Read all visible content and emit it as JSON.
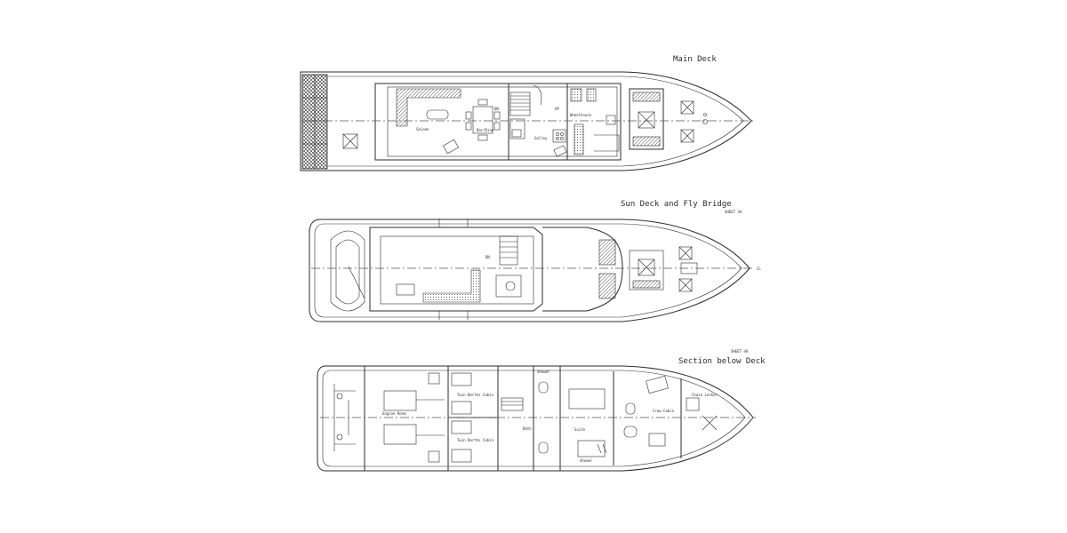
{
  "colors": {
    "ink": "#2b2b2b",
    "background": "#ffffff"
  },
  "decks": {
    "main": {
      "title": "Main Deck",
      "rooms": {
        "saloon": "Saloon",
        "bar": "Bar/Dine",
        "galley": "Galley",
        "wheelhouse": "Wheelhouse",
        "up": "UP",
        "dn": "DN"
      }
    },
    "sun": {
      "title": "Sun Deck and Fly Bridge",
      "sheet": "SHEET 3A",
      "cl": "CL",
      "dn": "DN"
    },
    "below": {
      "title": "Section below Deck",
      "sheet": "SHEET 4A",
      "rooms": {
        "engine": "Engine Room",
        "cabin1": "Twin Berths Cabin",
        "cabin2": "Twin Berths Cabin",
        "bath": "Bath",
        "suite": "Suite",
        "shower1": "Shower",
        "shower2": "Shower",
        "crew": "Crew Cabin",
        "chain": "Chain Locker"
      }
    }
  }
}
